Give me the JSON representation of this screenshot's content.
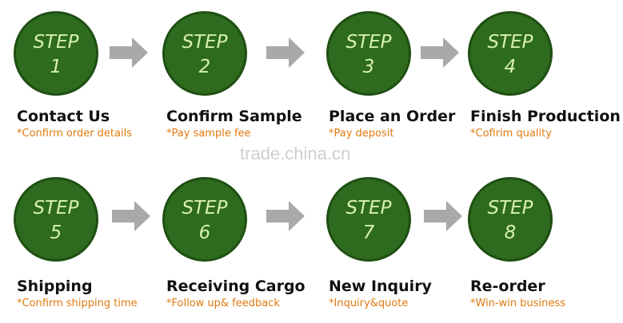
{
  "colors": {
    "circle_fill": "#2e6b1e",
    "circle_text": "#d6f2a8",
    "arrow": "#a9a9a9",
    "title": "#111111",
    "note": "#e07a10"
  },
  "watermark": "trade.china.cn",
  "steps": [
    {
      "word": "STEP",
      "num": "1",
      "title": "Contact Us",
      "note": "*Confirm order details"
    },
    {
      "word": "STEP",
      "num": "2",
      "title": "Confirm Sample",
      "note": "*Pay sample fee"
    },
    {
      "word": "STEP",
      "num": "3",
      "title": "Place an Order",
      "note": "*Pay deposit"
    },
    {
      "word": "STEP",
      "num": "4",
      "title": "Finish Production",
      "note": "*Cofirim quality"
    },
    {
      "word": "STEP",
      "num": "5",
      "title": "Shipping",
      "note": "*Confirm shipping time"
    },
    {
      "word": "STEP",
      "num": "6",
      "title": "Receiving Cargo",
      "note": "*Follow up& feedback"
    },
    {
      "word": "STEP",
      "num": "7",
      "title": "New Inquiry",
      "note": "*Inquiry&quote"
    },
    {
      "word": "STEP",
      "num": "8",
      "title": "Re-order",
      "note": "*Win-win business"
    }
  ]
}
